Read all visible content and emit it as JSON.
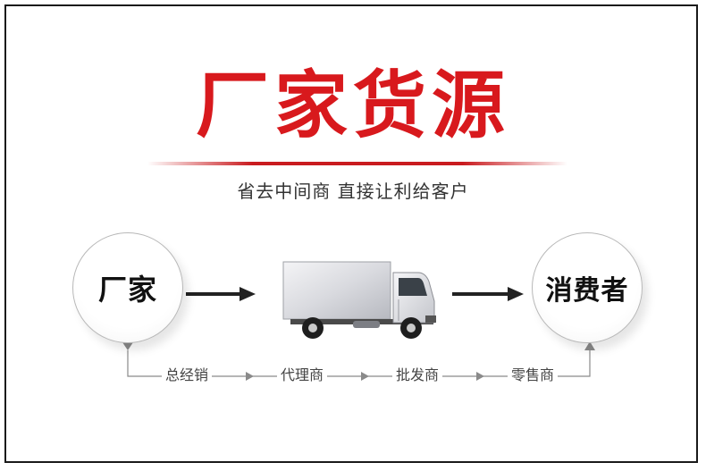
{
  "title": "厂家货源",
  "subtitle": "省去中间商  直接让利给客户",
  "flow": {
    "source_label": "厂家",
    "target_label": "消费者"
  },
  "chain": {
    "steps": [
      "总经销",
      "代理商",
      "批发商",
      "零售商"
    ]
  },
  "colors": {
    "title": "#d8191d",
    "arrow": "#222222",
    "chain_line": "#8a8a8a"
  }
}
